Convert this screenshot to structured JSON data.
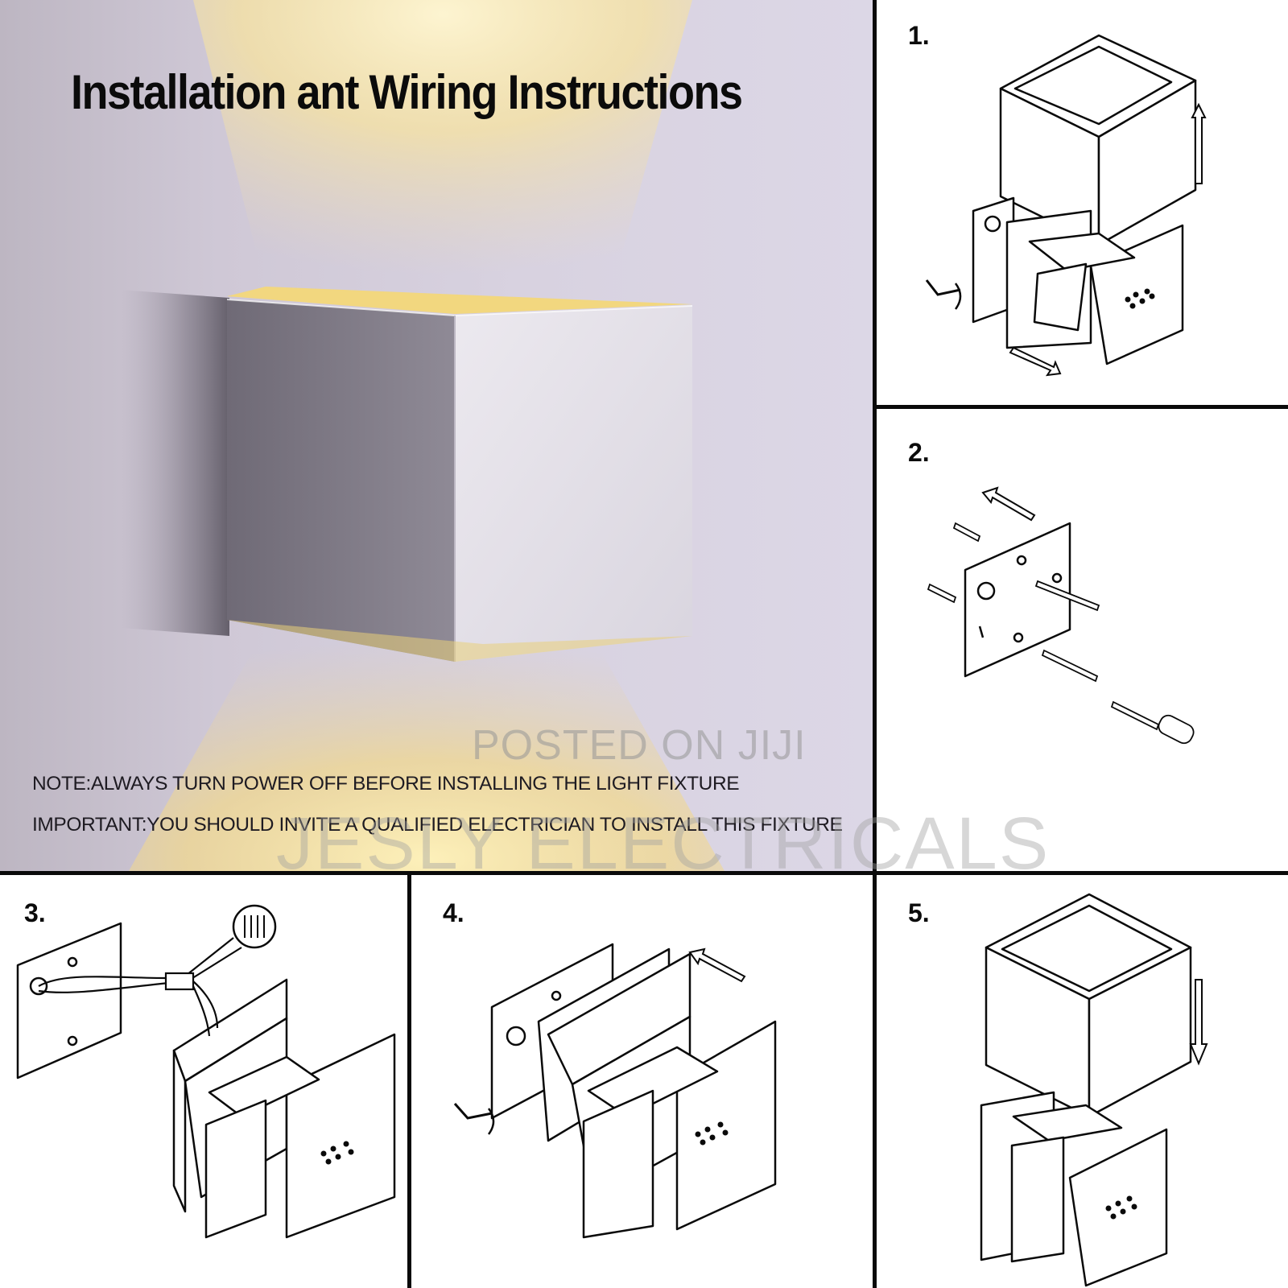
{
  "title": "Installation ant Wiring Instructions",
  "notes": {
    "note": "NOTE:ALWAYS TURN POWER OFF BEFORE INSTALLING THE LIGHT FIXTURE",
    "important": "IMPORTANT:YOU SHOULD INVITE A QUALIFIED ELECTRICIAN TO INSTALL THIS FIXTURE"
  },
  "watermarks": {
    "posted": "POSTED ON JIJI",
    "seller": "JESLY ELECTRICALS"
  },
  "steps": [
    {
      "label": "1."
    },
    {
      "label": "2."
    },
    {
      "label": "3."
    },
    {
      "label": "4."
    },
    {
      "label": "5."
    }
  ],
  "colors": {
    "wall": "#d8d2e0",
    "glow": "#f4df9a",
    "cube_side": "#7f7a86",
    "cube_front": "#e6e3ea",
    "line": "#0a0a0a"
  }
}
